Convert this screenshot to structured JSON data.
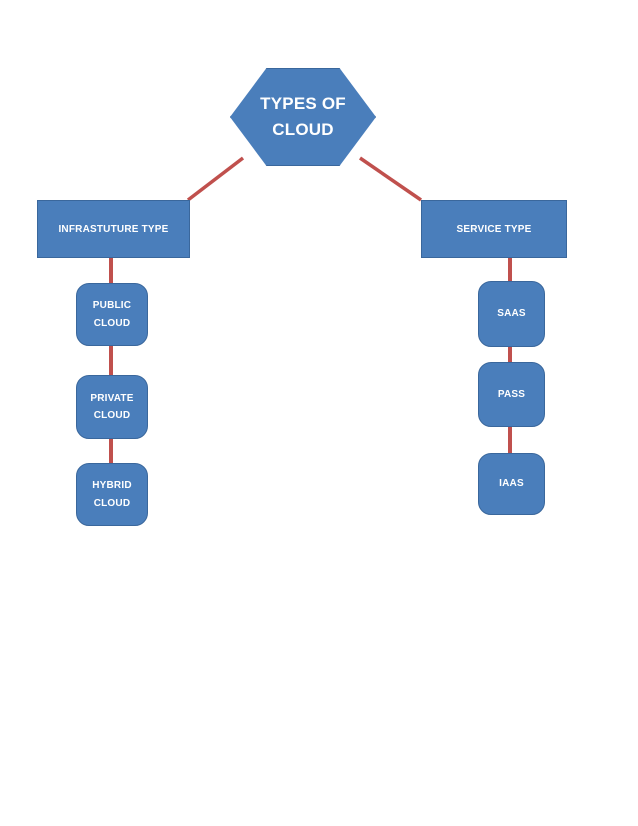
{
  "diagram": {
    "type": "tree",
    "background_color": "#ffffff",
    "node_fill_color": "#4a7ebb",
    "node_border_color": "#3a679c",
    "node_text_color": "#ffffff",
    "connector_color": "#c0504d",
    "root": {
      "id": "types-of-cloud",
      "shape": "hexagon",
      "label": "TYPES OF\nCLOUD"
    },
    "branches": [
      {
        "id": "infrastructure-type",
        "shape": "rectangle",
        "label": "INFRASTUTURE TYPE",
        "children": [
          {
            "id": "public-cloud",
            "shape": "rounded-rectangle",
            "label": "PUBLIC\nCLOUD"
          },
          {
            "id": "private-cloud",
            "shape": "rounded-rectangle",
            "label": "PRIVATE\nCLOUD"
          },
          {
            "id": "hybrid-cloud",
            "shape": "rounded-rectangle",
            "label": "HYBRID\nCLOUD"
          }
        ]
      },
      {
        "id": "service-type",
        "shape": "rectangle",
        "label": "SERVICE TYPE",
        "children": [
          {
            "id": "saas",
            "shape": "rounded-rectangle",
            "label": "SAAS"
          },
          {
            "id": "pass",
            "shape": "rounded-rectangle",
            "label": "PASS"
          },
          {
            "id": "iaas",
            "shape": "rounded-rectangle",
            "label": "IAAS"
          }
        ]
      }
    ],
    "connectors": [
      {
        "id": "root-to-infrastructure",
        "from": "types-of-cloud",
        "to": "infrastructure-type",
        "style": "diagonal"
      },
      {
        "id": "root-to-service",
        "from": "types-of-cloud",
        "to": "service-type",
        "style": "diagonal"
      },
      {
        "id": "infrastructure-to-public",
        "from": "infrastructure-type",
        "to": "public-cloud",
        "style": "vertical"
      },
      {
        "id": "public-to-private",
        "from": "public-cloud",
        "to": "private-cloud",
        "style": "vertical"
      },
      {
        "id": "private-to-hybrid",
        "from": "private-cloud",
        "to": "hybrid-cloud",
        "style": "vertical"
      },
      {
        "id": "service-to-saas",
        "from": "service-type",
        "to": "saas",
        "style": "vertical"
      },
      {
        "id": "saas-to-pass",
        "from": "saas",
        "to": "pass",
        "style": "vertical"
      },
      {
        "id": "pass-to-iaas",
        "from": "pass",
        "to": "iaas",
        "style": "vertical"
      }
    ]
  }
}
